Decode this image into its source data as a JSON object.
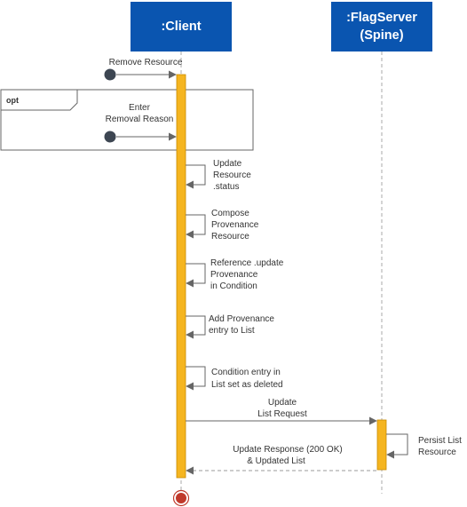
{
  "participants": {
    "client": {
      "label": ":Client"
    },
    "server": {
      "label_line1": ":FlagServer",
      "label_line2": "(Spine)"
    }
  },
  "fragment": {
    "label": "opt"
  },
  "messages": {
    "remove_resource": "Remove Resource",
    "enter_reason_line1": "Enter",
    "enter_reason_line2": "Removal Reason",
    "update_status_line1": "Update",
    "update_status_line2": "Resource",
    "update_status_line3": ".status",
    "compose_line1": "Compose",
    "compose_line2": "Provenance",
    "compose_line3": "Resource",
    "reference_line1": "Reference .update",
    "reference_line2": "Provenance",
    "reference_line3": "in Condition",
    "add_prov_line1": "Add Provenance",
    "add_prov_line2": "entry to List",
    "cond_line1": "Condition entry in",
    "cond_line2": "List set as deleted",
    "update_list_line1": "Update",
    "update_list_line2": "List Request",
    "persist_line1": "Persist List",
    "persist_line2": "Resource",
    "response_line1": "Update Response (200 OK)",
    "response_line2": "& Updated List"
  },
  "colors": {
    "header_fill": "#0a55b0",
    "activation_fill": "#f5b520",
    "activation_stroke": "#c98b00",
    "end_fill": "#c0392b",
    "start_dot": "#3d4652",
    "arrow": "#666666",
    "lifeline": "#aaaaaa"
  }
}
